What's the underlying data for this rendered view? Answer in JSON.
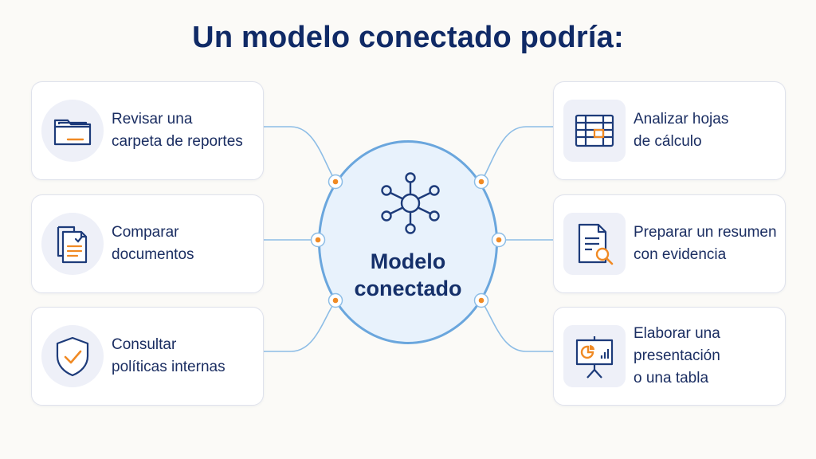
{
  "title": "Un modelo conectado podría:",
  "hub": {
    "line1": "Modelo",
    "line2": "conectado"
  },
  "left_cards": [
    {
      "lines": [
        "Revisar una",
        "carpeta de reportes"
      ],
      "icon": "folder-icon"
    },
    {
      "lines": [
        "Comparar",
        "documentos"
      ],
      "icon": "documents-compare-icon"
    },
    {
      "lines": [
        "Consultar",
        "políticas internas"
      ],
      "icon": "shield-check-icon"
    }
  ],
  "right_cards": [
    {
      "lines": [
        "Analizar hojas",
        "de cálculo"
      ],
      "icon": "spreadsheet-icon"
    },
    {
      "lines": [
        "Preparar un resumen",
        "con evidencia"
      ],
      "icon": "document-search-icon"
    },
    {
      "lines": [
        "Elaborar una",
        "presentación",
        "o una tabla"
      ],
      "icon": "presentation-chart-icon"
    }
  ],
  "colors": {
    "accent": "#f08a24",
    "navy": "#102a66",
    "line": "#6aa6dd",
    "hub_fill": "#e8f2fc"
  }
}
